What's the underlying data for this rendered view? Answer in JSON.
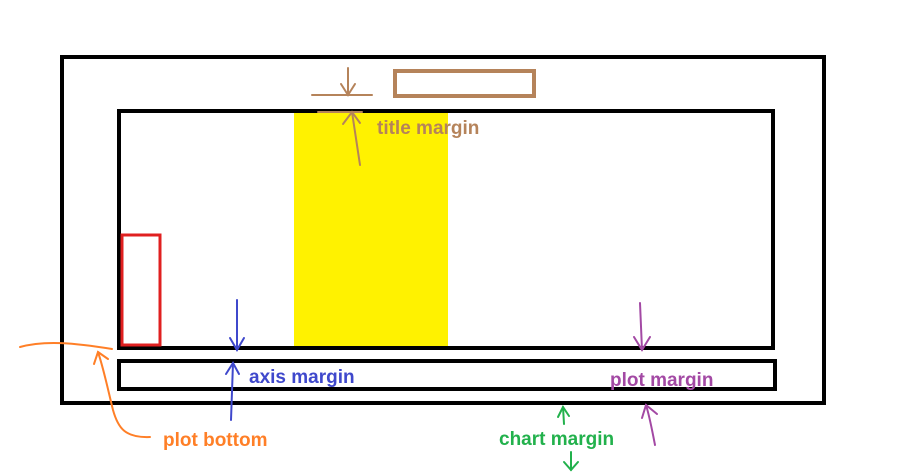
{
  "labels": {
    "title_margin": "title margin",
    "axis_margin": "axis margin",
    "plot_margin": "plot margin",
    "plot_bottom": "plot bottom",
    "chart_margin": "chart margin"
  },
  "colors": {
    "outline": "#000000",
    "title_box": "#b5835a",
    "highlight": "#fff200",
    "red_box": "#e02020",
    "axis": "#3f48cc",
    "plot": "#a349a4",
    "bottom": "#ff7f27",
    "chart": "#22b14c"
  }
}
